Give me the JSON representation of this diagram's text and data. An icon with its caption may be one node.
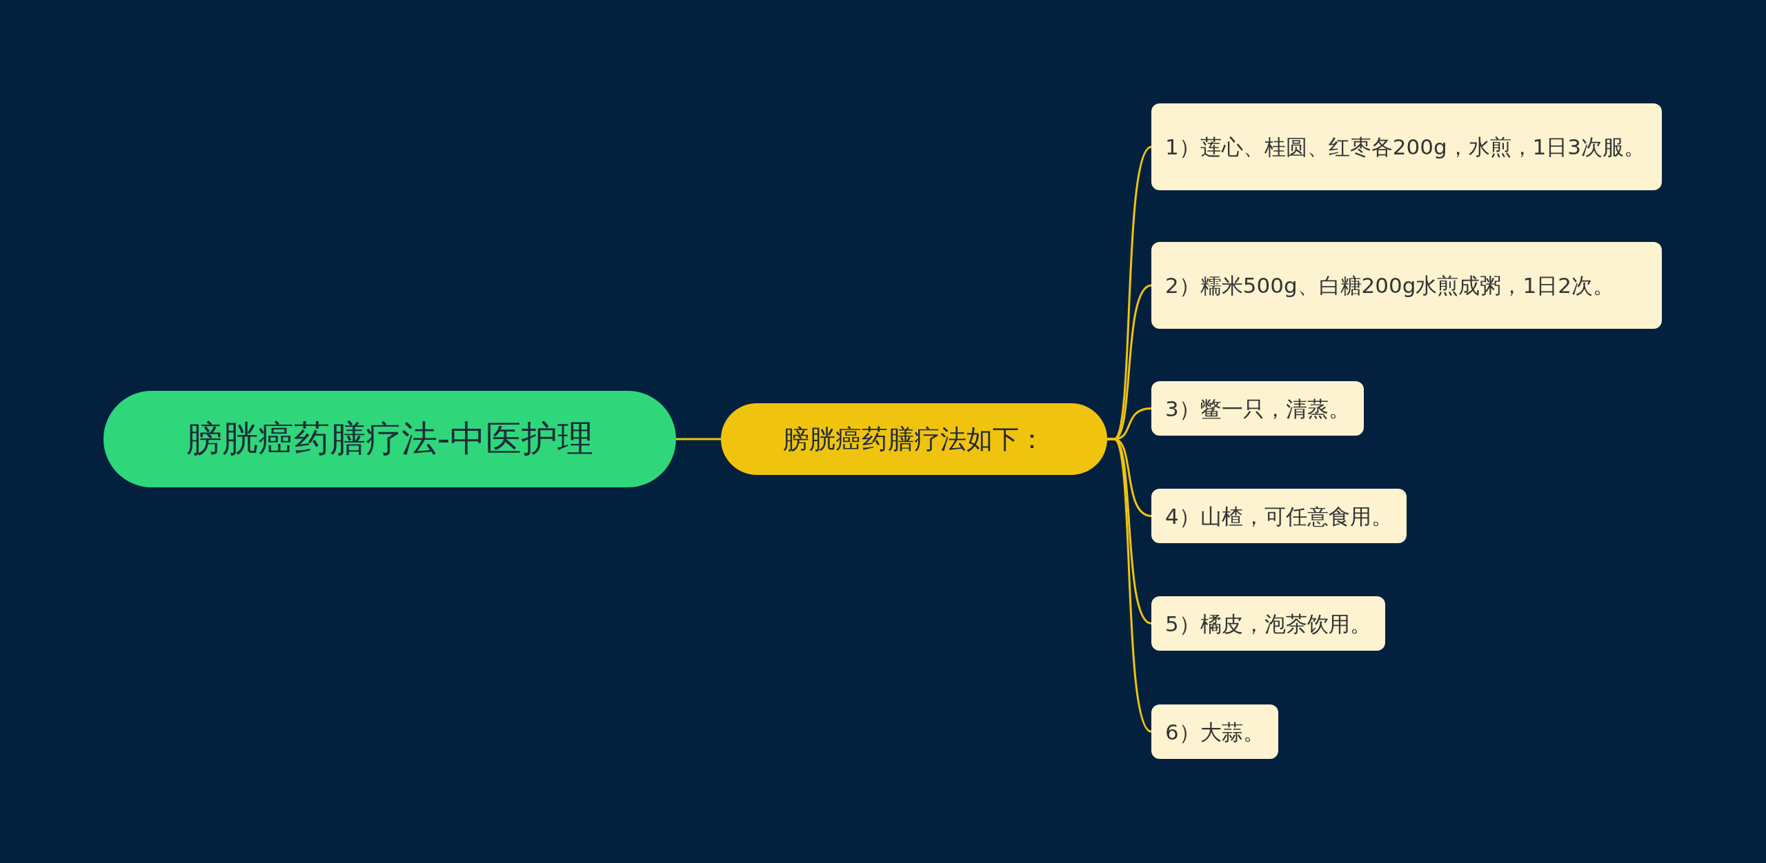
{
  "diagram": {
    "nodes": [
      {
        "text": [
          "膀胱癌药膳疗法-中医护理"
        ]
      },
      {
        "text": [
          "膀胱癌药膳疗法如下："
        ]
      },
      {
        "text": [
          "1）莲心、桂圆、红枣各200g，水煎，1日3次服。"
        ]
      },
      {
        "text": [
          "2）糯米500g、白糖200g水煎成粥，1日2次。"
        ]
      },
      {
        "text": [
          "3）鳖一只，清蒸。"
        ]
      },
      {
        "text": [
          "4）山楂，可任意食用。"
        ]
      },
      {
        "text": [
          "5）橘皮，泡茶饮用。"
        ]
      },
      {
        "text": [
          "6）大蒜。"
        ]
      }
    ],
    "edges": [
      {
        "from": 0,
        "to": 1,
        "arrow": "none"
      },
      {
        "from": 1,
        "to": 2,
        "arrow": "none"
      },
      {
        "from": 1,
        "to": 3,
        "arrow": "none"
      },
      {
        "from": 1,
        "to": 4,
        "arrow": "none"
      },
      {
        "from": 1,
        "to": 5,
        "arrow": "none"
      },
      {
        "from": 1,
        "to": 6,
        "arrow": "none"
      },
      {
        "from": 1,
        "to": 7,
        "arrow": "none"
      }
    ]
  }
}
